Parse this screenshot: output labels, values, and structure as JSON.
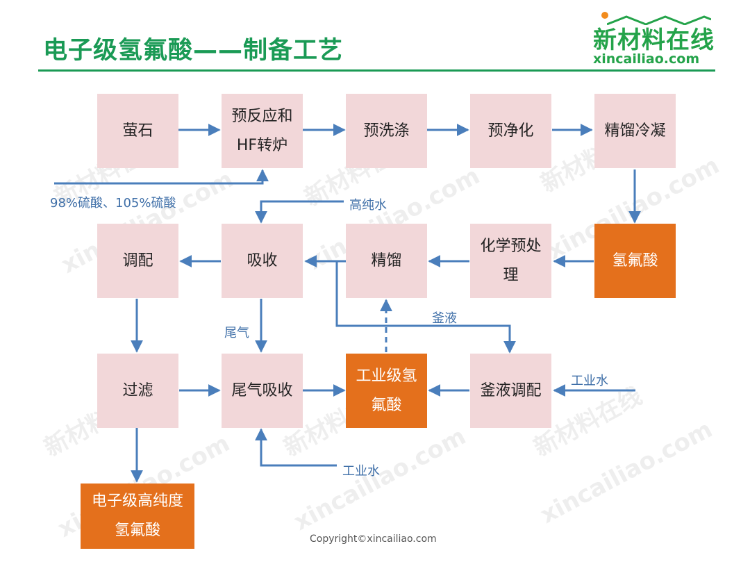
{
  "header": {
    "title": "电子级氢氟酸——制备工艺",
    "logo_cn": "新材料在线",
    "logo_en": "xincailiao.com"
  },
  "nodes": {
    "fluorite": "萤石",
    "pre_reaction_l1": "预反应和",
    "pre_reaction_l2": "HF转炉",
    "pre_wash": "预洗涤",
    "pre_purify": "预净化",
    "rectify_condense": "精馏冷凝",
    "hf": "氢氟酸",
    "chem_pretreat_l1": "化学预处",
    "chem_pretreat_l2": "理",
    "rectify": "精馏",
    "absorb": "吸收",
    "blend": "调配",
    "filter": "过滤",
    "tail_gas_absorb": "尾气吸收",
    "industrial_hf_l1": "工业级氢",
    "industrial_hf_l2": "氟酸",
    "kettle_blend": "釜液调配",
    "electronic_hf_l1": "电子级高纯度",
    "electronic_hf_l2": "氢氟酸"
  },
  "labels": {
    "sulfuric": "98%硫酸、105%硫酸",
    "pure_water": "高纯水",
    "tail_gas": "尾气",
    "kettle_liquid": "釜液",
    "industrial_water_1": "工业水",
    "industrial_water_2": "工业水"
  },
  "footer": {
    "copyright": "Copyright©xincailiao.com"
  },
  "watermark": {
    "cn": "新材料在线",
    "en": "xincailiao.com"
  },
  "colors": {
    "title": "#1a9a55",
    "box": "#f2d7d9",
    "highlight": "#e4701c",
    "arrow": "#4a7ebb"
  }
}
